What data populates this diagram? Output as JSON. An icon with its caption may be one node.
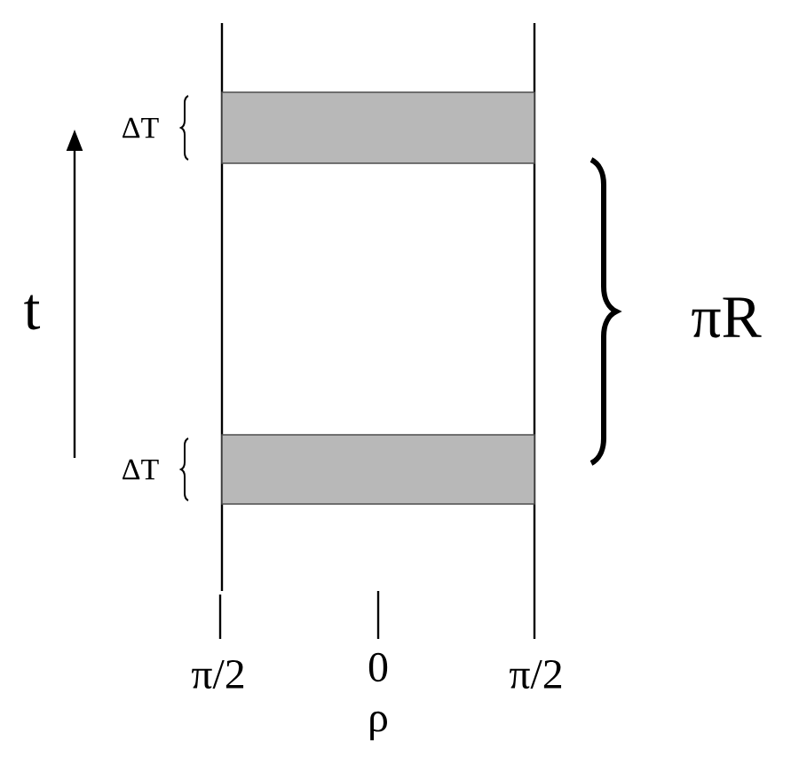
{
  "diagram": {
    "nodes": [
      {
        "text": [],
        "shape": "box",
        "beside": [
          "ΔT"
        ]
      },
      {
        "text": [],
        "shape": "box",
        "beside": [
          "ΔT"
        ]
      }
    ],
    "labels": [
      "t",
      "πR",
      "π/2",
      "0",
      "π/2",
      "ρ"
    ]
  }
}
